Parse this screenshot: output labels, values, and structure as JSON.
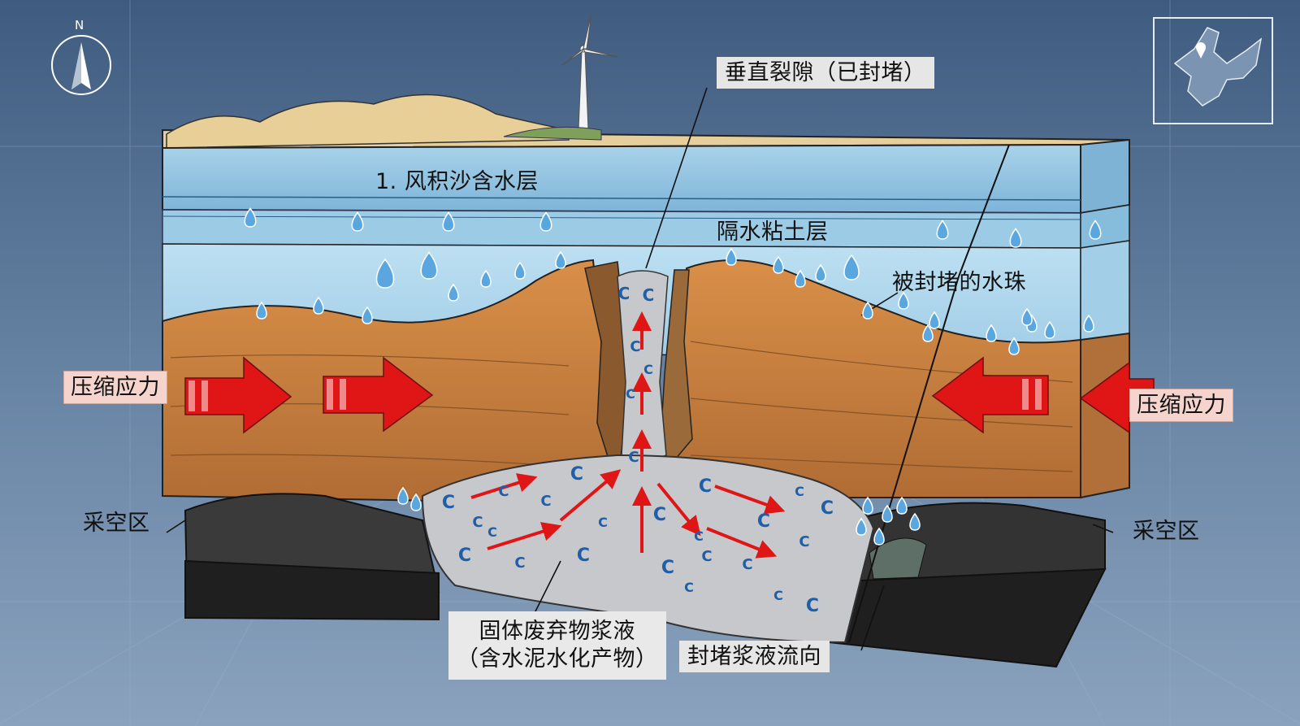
{
  "labels": {
    "vertical_fracture": "垂直裂隙（已封堵）",
    "aquifer": "1. 风积沙含水层",
    "clay_layer": "隔水粘土层",
    "sealed_droplets": "被封堵的水珠",
    "stress_left": "压缩应力",
    "stress_right": "压缩应力",
    "goaf_left": "采空区",
    "goaf_right": "采空区",
    "grout_line1": "固体废弃物浆液",
    "grout_line2": "（含水泥水化产物）",
    "grout_flow": "封堵浆液流向",
    "compass_north": "N",
    "particle_letter": "C"
  },
  "icons": {
    "compass": "compass-icon",
    "wind_turbine": "wind-turbine-icon",
    "locator_map": "location-map-icon",
    "stress_arrow": "red-arrow-icon",
    "water_drop": "water-drop-icon"
  },
  "colors": {
    "background": "#4e6a8c",
    "sand": "#e6cf9a",
    "aquifer": "#8fc3e2",
    "clay": "#aed5ec",
    "rock": "#c7803f",
    "coal": "#2a2a2a",
    "grout": "#c6c8cb",
    "arrow": "#e01515"
  }
}
